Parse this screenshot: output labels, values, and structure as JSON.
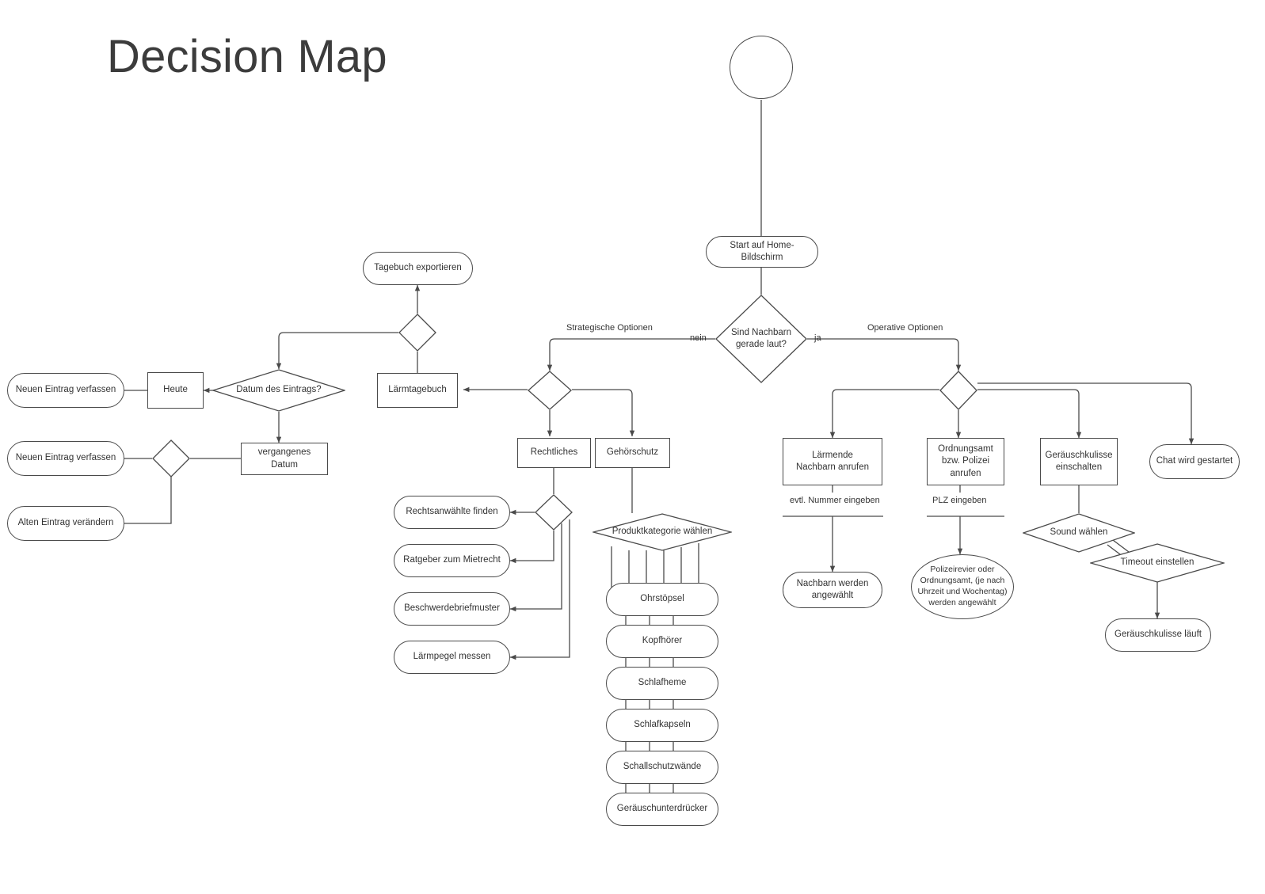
{
  "page": {
    "title": "Decision Map",
    "background": "#ffffff",
    "stroke_color": "#4a4a4a",
    "text_color": "#333333",
    "title_color": "#3c3c3c"
  },
  "diagram": {
    "type": "flowchart",
    "nodes": [
      {
        "id": "start",
        "label": "",
        "shape": "circle"
      },
      {
        "id": "home",
        "label": "Start auf Home-Bildschirm",
        "shape": "round"
      },
      {
        "id": "loud",
        "label": "Sind Nachbarn\ngerade laut?",
        "shape": "diamond"
      },
      {
        "id": "strat_split",
        "label": "",
        "shape": "diamond"
      },
      {
        "id": "op_split",
        "label": "",
        "shape": "diamond"
      },
      {
        "id": "noise_diary",
        "label": "Lärmtagebuch",
        "shape": "rect"
      },
      {
        "id": "diary_split",
        "label": "",
        "shape": "diamond"
      },
      {
        "id": "export_diary",
        "label": "Tagebuch exportieren",
        "shape": "round"
      },
      {
        "id": "date_entry",
        "label": "Datum des Eintrags?",
        "shape": "diamond"
      },
      {
        "id": "today",
        "label": "Heute",
        "shape": "rect"
      },
      {
        "id": "past_date",
        "label": "vergangenes Datum",
        "shape": "rect"
      },
      {
        "id": "new_entry_1",
        "label": "Neuen Eintrag verfassen",
        "shape": "round"
      },
      {
        "id": "past_split",
        "label": "",
        "shape": "diamond"
      },
      {
        "id": "new_entry_2",
        "label": "Neuen Eintrag verfassen",
        "shape": "round"
      },
      {
        "id": "edit_entry",
        "label": "Alten Eintrag verändern",
        "shape": "round"
      },
      {
        "id": "legal",
        "label": "Rechtliches",
        "shape": "rect"
      },
      {
        "id": "hearing",
        "label": "Gehörschutz",
        "shape": "rect"
      },
      {
        "id": "legal_split",
        "label": "",
        "shape": "diamond"
      },
      {
        "id": "lawyers",
        "label": "Rechtsanwählte finden",
        "shape": "round"
      },
      {
        "id": "tenancy",
        "label": "Ratgeber zum Mietrecht",
        "shape": "round"
      },
      {
        "id": "letter",
        "label": "Beschwerdebriefmuster",
        "shape": "round"
      },
      {
        "id": "measure",
        "label": "Lärmpegel messen",
        "shape": "round"
      },
      {
        "id": "prodcat",
        "label": "Produktkategorie wählen",
        "shape": "diamond"
      },
      {
        "id": "earplugs",
        "label": "Ohrstöpsel",
        "shape": "round"
      },
      {
        "id": "headphones",
        "label": "Kopfhörer",
        "shape": "round"
      },
      {
        "id": "sleeptheme",
        "label": "Schlafheme",
        "shape": "round"
      },
      {
        "id": "sleepcaps",
        "label": "Schlafkapseln",
        "shape": "round"
      },
      {
        "id": "soundwalls",
        "label": "Schallschutzwände",
        "shape": "round"
      },
      {
        "id": "noisecancel",
        "label": "Geräuschunterdrücker",
        "shape": "round"
      },
      {
        "id": "call_neigh",
        "label": "Lärmende\nNachbarn anrufen",
        "shape": "rect"
      },
      {
        "id": "call_police",
        "label": "Ordnungsamt\nbzw. Polizei\nanrufen",
        "shape": "rect"
      },
      {
        "id": "ambience",
        "label": "Geräuschkulisse\neinschalten",
        "shape": "rect"
      },
      {
        "id": "chat",
        "label": "Chat wird gestartet",
        "shape": "round"
      },
      {
        "id": "neigh_dialed",
        "label": "Nachbarn werden\nangewählt",
        "shape": "round"
      },
      {
        "id": "police_dialed",
        "label": "Polizeirevier oder\nOrdnungsamt, (je nach\nUhrzeit und Wochentag)\nwerden angewählt",
        "shape": "ellipse"
      },
      {
        "id": "sound_sel",
        "label": "Sound wählen",
        "shape": "diamond"
      },
      {
        "id": "timeout_sel",
        "label": "Timeout einstellen",
        "shape": "diamond"
      },
      {
        "id": "ambience_run",
        "label": "Geräuschkulisse läuft",
        "shape": "round"
      }
    ],
    "edge_labels": [
      {
        "id": "no",
        "text": "nein"
      },
      {
        "id": "yes",
        "text": "ja"
      },
      {
        "id": "strategic",
        "text": "Strategische Optionen"
      },
      {
        "id": "operative",
        "text": "Operative Optionen"
      },
      {
        "id": "enter_number",
        "text": "evtl. Nummer eingeben"
      },
      {
        "id": "enter_zip",
        "text": "PLZ eingeben"
      }
    ]
  }
}
